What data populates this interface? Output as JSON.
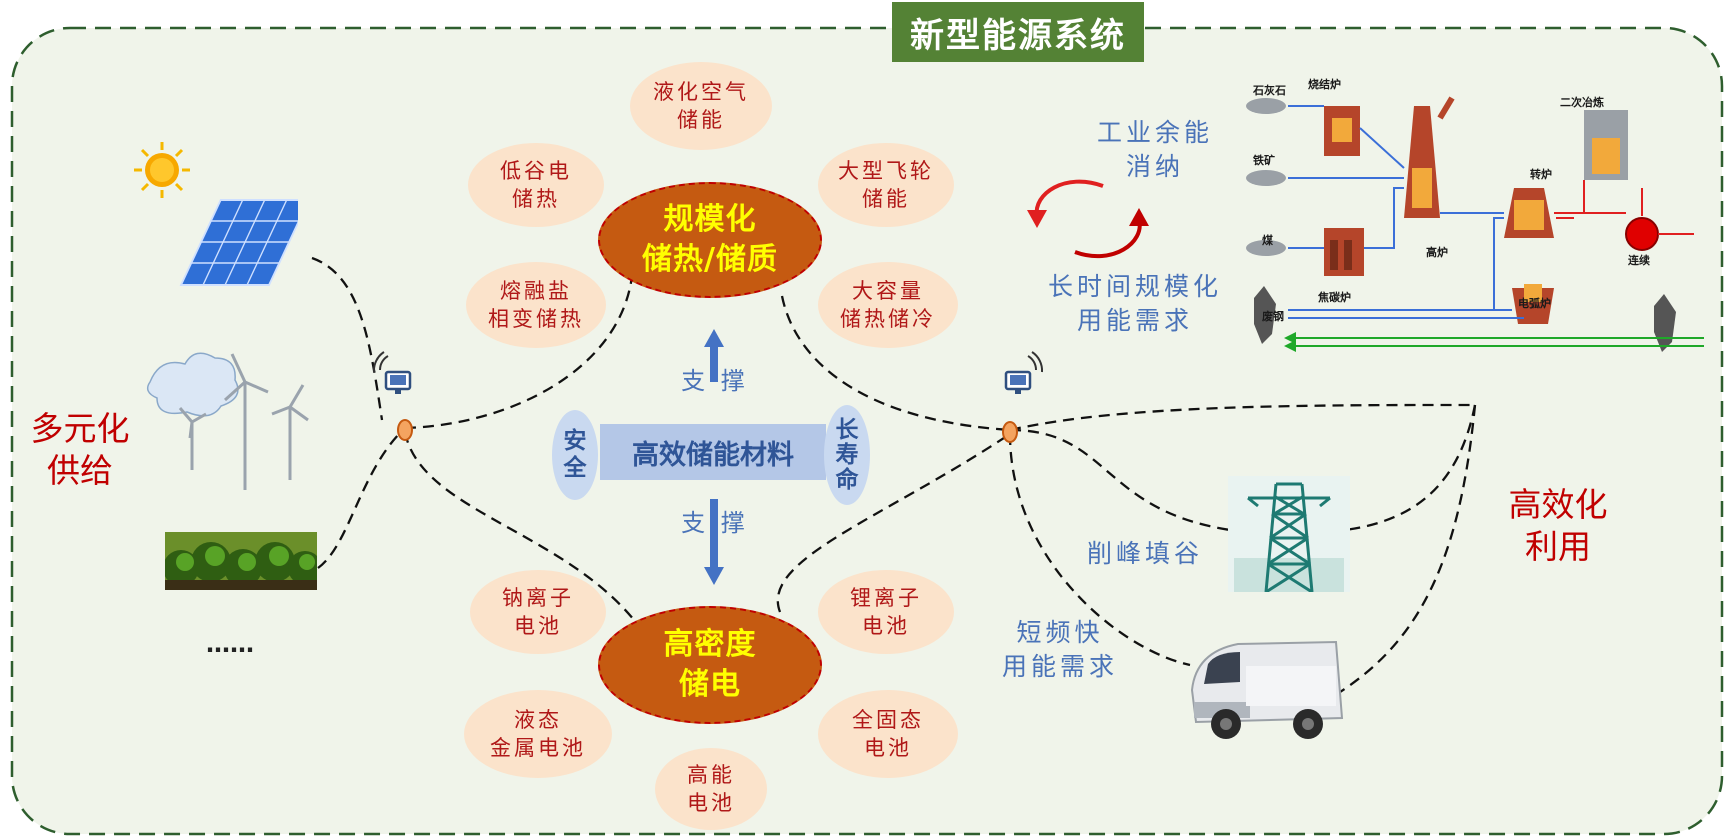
{
  "title": "新型能源系统",
  "supply": {
    "label": "多元化\n供给",
    "more": "……",
    "icons": [
      "sun-icon",
      "solar-panel-icon",
      "wind-turbine-icon",
      "biomass-icon"
    ]
  },
  "utilization": {
    "label": "高效化\n利用"
  },
  "core_thermal": "规模化\n储热/储质",
  "core_electric": "高密度\n储电",
  "center": {
    "material": "高效储能材料",
    "left_tag": "安\n全",
    "right_tag": "长\n寿\n命",
    "support_top": "支 撑",
    "support_bottom": "支 撑"
  },
  "thermal_items": [
    "液化空气\n储能",
    "低谷电\n储热",
    "大型飞轮\n储能",
    "熔融盐\n相变储热",
    "大容量\n储热储冷"
  ],
  "electric_items": [
    "钠离子\n电池",
    "锂离子\n电池",
    "液态\n金属电池",
    "全固态\n电池",
    "高能\n电池"
  ],
  "demand": {
    "industrial": "工业余能\n消纳",
    "long_term": "长时间规模化\n用能需求",
    "peak": "削峰填谷",
    "short": "短频快\n用能需求"
  },
  "steel_process": {
    "labels": [
      "石灰石",
      "烧结炉",
      "铁矿",
      "煤",
      "焦碳炉",
      "高炉",
      "转炉",
      "二次冶炼",
      "连续",
      "废钢",
      "电弧炉"
    ]
  },
  "colors": {
    "title_bg": "#548235",
    "frame": "#2e5e2e",
    "petal": "#fbe3cb",
    "core": "#c55a11",
    "accent_red": "#c00000",
    "blue_text": "#4a73b8",
    "material_bar": "#b4c7e7"
  }
}
